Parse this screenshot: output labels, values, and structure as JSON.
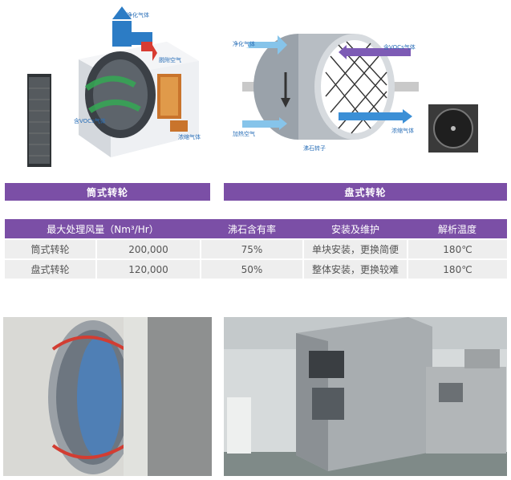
{
  "diagram_cylinder": {
    "callouts": [
      "净化气体",
      "脱附空气",
      "含VOCs气体",
      "浓缩气体"
    ]
  },
  "diagram_disc": {
    "callouts": [
      "净化气体",
      "含VOCs气体",
      "加热空气",
      "浓缩气体",
      "沸石转子"
    ]
  },
  "sections": {
    "left_label": "筒式转轮",
    "right_label": "盘式转轮"
  },
  "table": {
    "headers": [
      "最大处理风量（Nm³/Hr）",
      "沸石含有率",
      "安装及维护",
      "解析温度"
    ],
    "rows": [
      {
        "name": "筒式转轮",
        "airflow": "200,000",
        "zeolite": "75%",
        "install": "单块安装，更换简便",
        "temp": "180℃"
      },
      {
        "name": "盘式转轮",
        "airflow": "120,000",
        "zeolite": "50%",
        "install": "整体安装，更换较难",
        "temp": "180℃"
      }
    ]
  },
  "colors": {
    "accent": "#7b4fa6",
    "cell_bg": "#eeeeee",
    "arrow_blue": "#3b8fd6",
    "arrow_purple": "#7d5bb5"
  }
}
